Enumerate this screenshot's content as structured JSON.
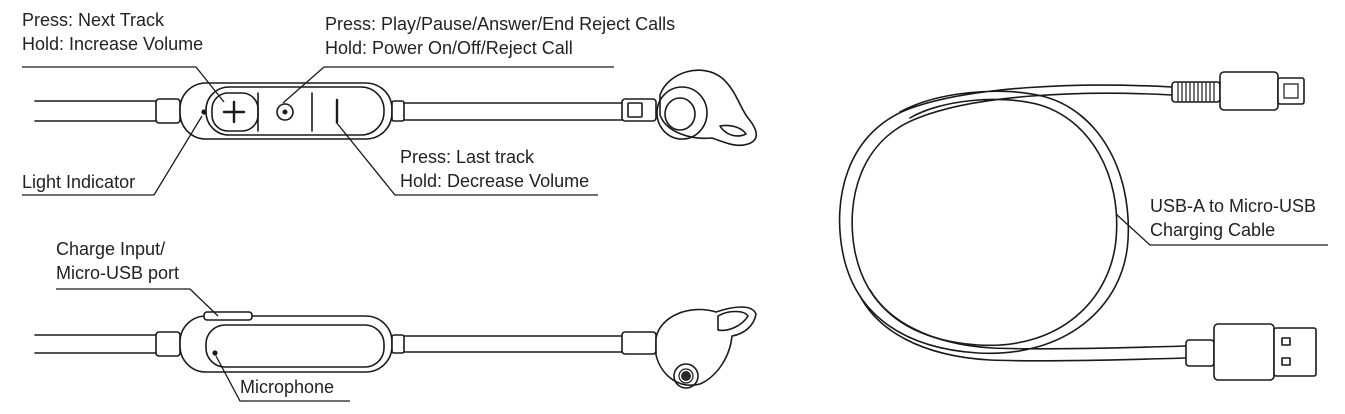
{
  "labels": {
    "next_track": {
      "line1": "Press: Next Track",
      "line2": "Hold: Increase Volume"
    },
    "play_pause": {
      "line1": "Press: Play/Pause/Answer/End Reject Calls",
      "line2": "Hold: Power On/Off/Reject Call"
    },
    "light_indicator": "Light Indicator",
    "last_track": {
      "line1": "Press: Last track",
      "line2": "Hold: Decrease Volume"
    },
    "charge_input": {
      "line1": "Charge Input/",
      "line2": "Micro-USB port"
    },
    "microphone": "Microphone",
    "usb_cable": {
      "line1": "USB-A to Micro-USB",
      "line2": "Charging Cable"
    }
  },
  "icons": {
    "plus_button": "plus-icon",
    "play_button": "circle-icon",
    "minus_button": "minus-icon"
  }
}
